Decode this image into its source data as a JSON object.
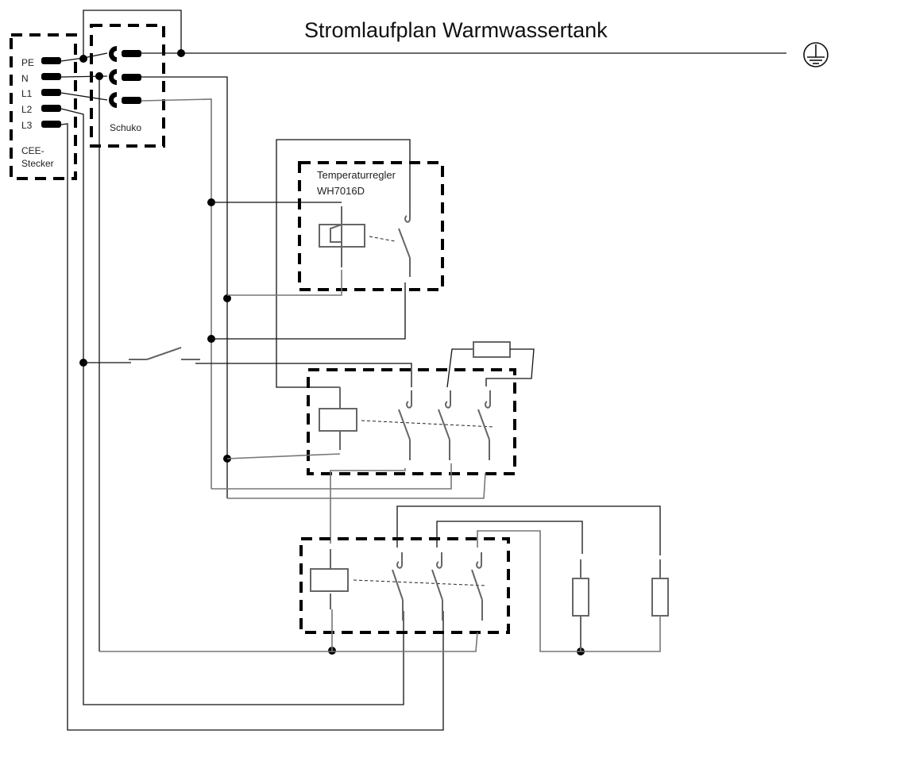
{
  "title": "Stromlaufplan Warmwassertank",
  "cee_plug": {
    "label_line1": "CEE-",
    "label_line2": "Stecker",
    "pins": [
      "PE",
      "N",
      "L1",
      "L2",
      "L3"
    ]
  },
  "schuko": {
    "label": "Schuko"
  },
  "thermostat": {
    "label_line1": "Temperaturregler",
    "label_line2": "WH7016D"
  },
  "symbols": {
    "ground": "protective-earth-icon",
    "switch": "manual-switch-icon",
    "relay_coil": "relay-coil-icon",
    "contact": "normally-open-contact-icon",
    "resistor": "heating-element-icon"
  }
}
